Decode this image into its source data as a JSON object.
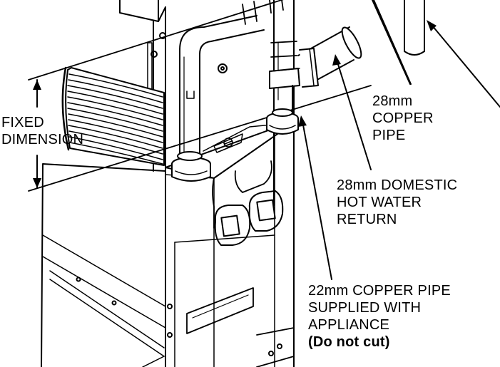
{
  "labels": {
    "fixed_dimension": [
      "FIXED",
      "DIMENSION"
    ],
    "copper_pipe_28": [
      "28mm",
      "COPPER",
      "PIPE"
    ],
    "dhw_return": [
      "28mm DOMESTIC",
      "HOT WATER",
      "RETURN"
    ],
    "copper_pipe_22": [
      "22mm COPPER PIPE",
      "SUPPLIED WITH",
      "APPLIANCE"
    ],
    "do_not_cut": "(Do not cut)"
  },
  "colors": {
    "line": "#000000",
    "background": "#ffffff"
  }
}
